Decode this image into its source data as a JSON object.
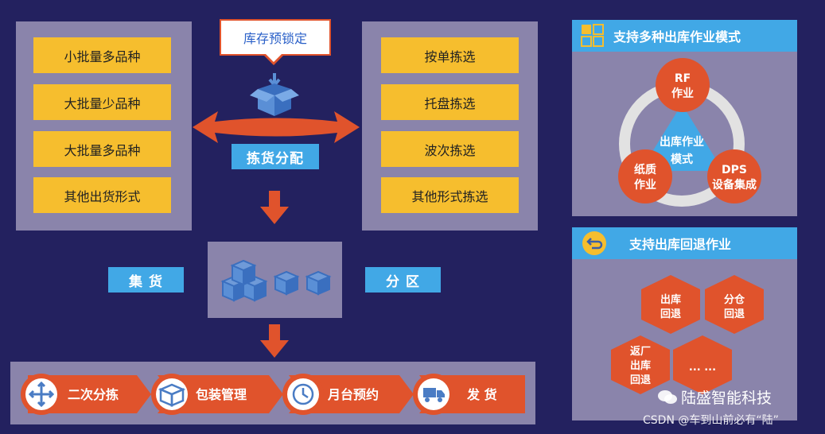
{
  "left_panel": {
    "items": [
      "小批量多品种",
      "大批量少品种",
      "大批量多品种",
      "其他出货形式"
    ]
  },
  "right_panel": {
    "items": [
      "按单拣选",
      "托盘拣选",
      "波次拣选",
      "其他形式拣选"
    ]
  },
  "center": {
    "callout": "库存预锁定",
    "picking_label": "拣货分配",
    "collect_label": "集 货",
    "zone_label": "分 区"
  },
  "flow_steps": [
    "二次分拣",
    "包装管理",
    "月台预约",
    "发 货"
  ],
  "mode_panel": {
    "title": "支持多种出库作业模式",
    "center_lines": [
      "出库作业",
      "模式"
    ],
    "nodes": [
      {
        "lines": [
          "RF",
          "作业"
        ]
      },
      {
        "lines": [
          "纸质",
          "作业"
        ]
      },
      {
        "lines": [
          "DPS",
          "设备集成"
        ]
      }
    ]
  },
  "return_panel": {
    "title": "支持出库回退作业",
    "hexes": [
      {
        "lines": [
          "出库",
          "回退"
        ]
      },
      {
        "lines": [
          "分仓",
          "回退"
        ]
      },
      {
        "lines": [
          "返厂",
          "出库",
          "回退"
        ]
      },
      {
        "lines": [
          "... ..."
        ]
      }
    ]
  },
  "watermark": {
    "brand": "陆盛智能科技",
    "credit": "CSDN @车到山前必有“陆”"
  },
  "colors": {
    "background": "#23215f",
    "panel": "#8a84ab",
    "yellow": "#f6be2e",
    "blue": "#41a8e6",
    "orange": "#e0532c"
  }
}
